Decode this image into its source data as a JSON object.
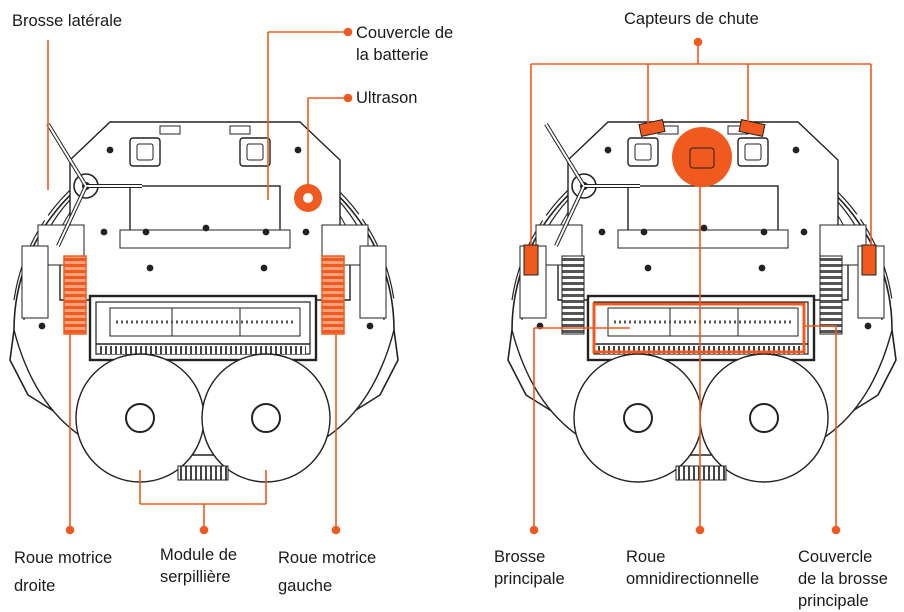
{
  "colors": {
    "accent": "#f05a1e",
    "line": "#2a2a2a",
    "fill": "#ffffff"
  },
  "left": {
    "side_brush": "Brosse latérale",
    "battery_cover": [
      "Couvercle de",
      "la batterie"
    ],
    "ultrasound": "Ultrason",
    "right_wheel": [
      "Roue motrice",
      "droite"
    ],
    "mop_module": [
      "Module de",
      "serpillière"
    ],
    "left_wheel": [
      "Roue motrice",
      "gauche"
    ]
  },
  "right": {
    "cliff_sensors": "Capteurs de chute",
    "main_brush": [
      "Brosse",
      "principale"
    ],
    "omni_wheel": [
      "Roue",
      "omnidirectionnelle"
    ],
    "brush_cover": [
      "Couvercle",
      "de la brosse",
      "principale"
    ]
  }
}
